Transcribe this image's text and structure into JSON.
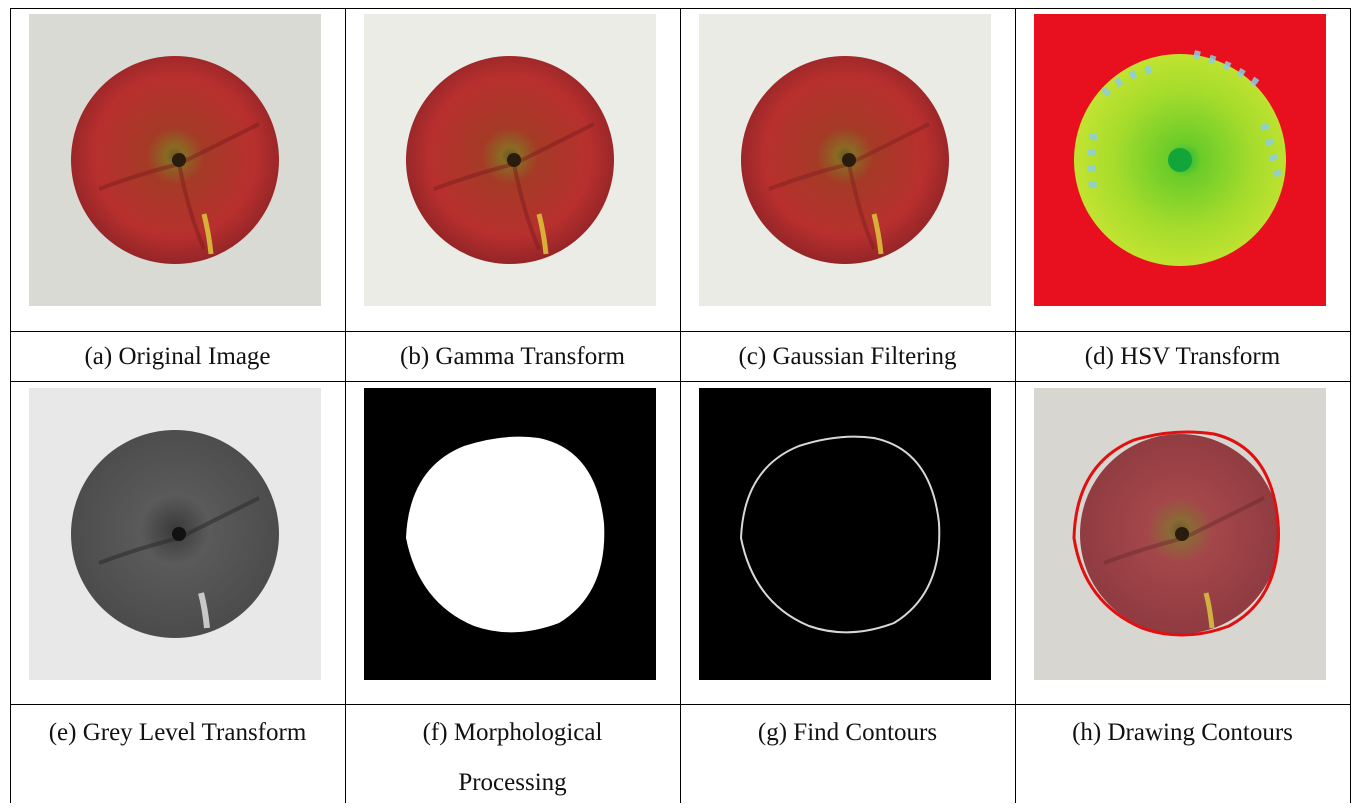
{
  "captions": [
    "(a) Original Image",
    "(b) Gamma Transform",
    "(c) Gaussian Filtering",
    "(d) HSV Transform",
    "(e) Grey Level Transform",
    "(f) Morphological Processing",
    "(g) Find Contours",
    "(h) Drawing Contours"
  ],
  "colors": {
    "apple_red": "#b32a2c",
    "hsv_background": "#e8101e",
    "hsv_fruit": "#9ed82a",
    "contour_red": "#e01010"
  }
}
